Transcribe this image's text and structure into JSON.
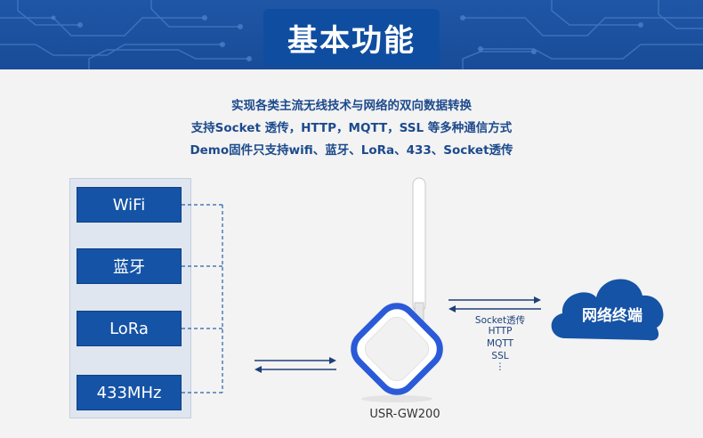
{
  "banner": {
    "title": "基本功能"
  },
  "description": {
    "line1": "实现各类主流无线技术与网络的双向数据转换",
    "line2": "支持Socket 透传，HTTP，MQTT，SSL 等多种通信方式",
    "line3": "Demo固件只支持wifi、蓝牙、LoRa、433、Socket透传"
  },
  "technologies": [
    {
      "label": "WiFi"
    },
    {
      "label": "蓝牙"
    },
    {
      "label": "LoRa"
    },
    {
      "label": "433MHz"
    }
  ],
  "device": {
    "label": "USR-GW200"
  },
  "cloud": {
    "label": "网络终端"
  },
  "protocols": [
    "Socket透传",
    "HTTP",
    "MQTT",
    "SSL",
    "⋮"
  ],
  "colors": {
    "banner_blue": "#1f56a6",
    "box_blue": "#1553a6",
    "text_blue": "#1d4a8c",
    "device_accent": "#2a5ad8"
  }
}
